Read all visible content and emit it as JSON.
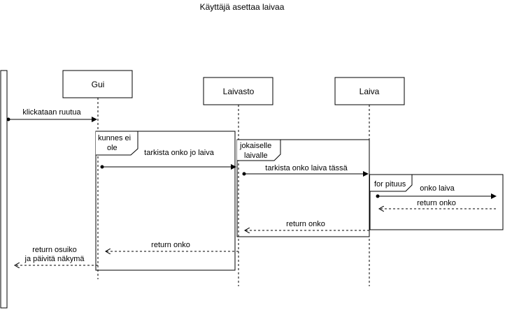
{
  "title": "Käyttäjä asettaa laivaa",
  "participants": [
    {
      "id": "gui",
      "label": "Gui"
    },
    {
      "id": "laivasto",
      "label": "Laivasto"
    },
    {
      "id": "laiva",
      "label": "Laiva"
    }
  ],
  "fragments": [
    {
      "id": "loop-kunnes",
      "label_lines": [
        "kunnes ei",
        "ole"
      ]
    },
    {
      "id": "loop-jokaiselle",
      "label_lines": [
        "jokaiselle",
        "laivalle"
      ]
    },
    {
      "id": "loop-pituus",
      "label_lines": [
        "for pituus"
      ]
    }
  ],
  "messages": [
    {
      "id": "msg-klickataan",
      "label_lines": [
        "klickataan ruutua"
      ],
      "kind": "call"
    },
    {
      "id": "msg-tarkista-jo",
      "label_lines": [
        "tarkista onko jo laiva"
      ],
      "kind": "call"
    },
    {
      "id": "msg-tarkista-tassa",
      "label_lines": [
        "tarkista onko laiva tässä"
      ],
      "kind": "call"
    },
    {
      "id": "msg-onko-laiva",
      "label_lines": [
        "onko laiva"
      ],
      "kind": "call"
    },
    {
      "id": "msg-return-laiva",
      "label_lines": [
        "return onko"
      ],
      "kind": "return"
    },
    {
      "id": "msg-return-laivasto",
      "label_lines": [
        "return onko"
      ],
      "kind": "return"
    },
    {
      "id": "msg-return-gui",
      "label_lines": [
        "return onko"
      ],
      "kind": "return"
    },
    {
      "id": "msg-return-user",
      "label_lines": [
        "return osuiko",
        "ja päivitä näkymä"
      ],
      "kind": "return"
    }
  ]
}
